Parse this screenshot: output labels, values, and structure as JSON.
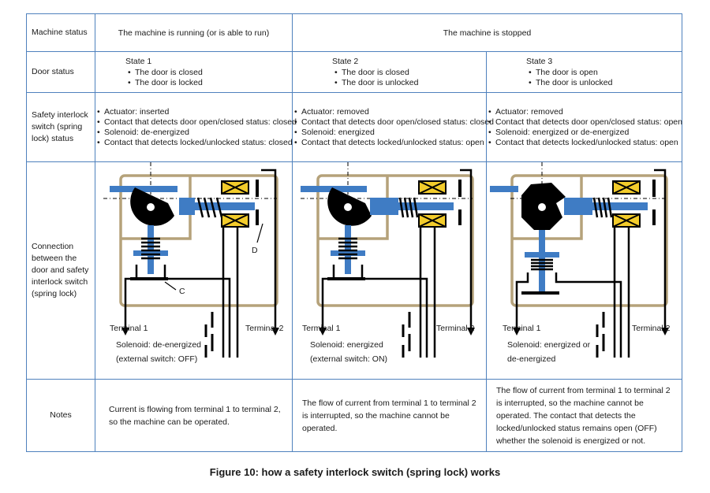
{
  "header": {
    "machine_status_label": "Machine status",
    "running": "The machine is running (or is able to run)",
    "stopped": "The machine is stopped"
  },
  "door_status": {
    "label": "Door status",
    "states": [
      {
        "title": "State 1",
        "items": [
          "The door is closed",
          "The door is locked"
        ]
      },
      {
        "title": "State 2",
        "items": [
          "The door is closed",
          "The door is unlocked"
        ]
      },
      {
        "title": "State 3",
        "items": [
          "The door is open",
          "The door is unlocked"
        ]
      }
    ]
  },
  "switch_status": {
    "label": "Safety interlock switch (spring lock) status",
    "columns": [
      [
        "Actuator: inserted",
        "Contact that detects door open/closed status: closed",
        "Solenoid: de-energized",
        "Contact that detects locked/unlocked status: closed"
      ],
      [
        "Actuator: removed",
        "Contact that detects door open/closed status: closed",
        "Solenoid: energized",
        "Contact that detects locked/unlocked status: open"
      ],
      [
        "Actuator: removed",
        "Contact that detects door open/closed status: open",
        "Solenoid: energized or de-energized",
        "Contact that detects locked/unlocked status: open"
      ]
    ]
  },
  "connection": {
    "label": "Connection between the door and safety interlock switch (spring lock)",
    "diagrams": [
      {
        "terminal1": "Terminal 1",
        "terminal2": "Terminal 2",
        "solenoid": "Solenoid: de-energized",
        "ext": "(external switch: OFF)",
        "label_c": "C",
        "label_d": "D"
      },
      {
        "terminal1": "Terminal 1",
        "terminal2": "Terminal 2",
        "solenoid": "Solenoid: energized",
        "ext": "(external switch: ON)"
      },
      {
        "terminal1": "Terminal 1",
        "terminal2": "Terminal 2",
        "solenoid": "Solenoid: energized or",
        "ext": "de-energized"
      }
    ]
  },
  "notes": {
    "label": "Notes",
    "items": [
      "Current is flowing from terminal 1 to terminal 2, so the machine can be operated.",
      "The flow of current from terminal 1 to terminal 2 is interrupted, so the machine cannot be operated.",
      "The flow of current from terminal 1 to terminal 2 is interrupted, so the machine cannot be operated. The contact that detects the locked/unlocked status remains open (OFF) whether the solenoid is energized or not."
    ]
  },
  "caption": "Figure 10: how a safety interlock switch (spring lock) works",
  "colors": {
    "grid": "#4f81bd",
    "housing": "#b5a27a",
    "actuator": "#3f7cc4",
    "coil": "#f3cc2b",
    "ink": "#000000"
  }
}
